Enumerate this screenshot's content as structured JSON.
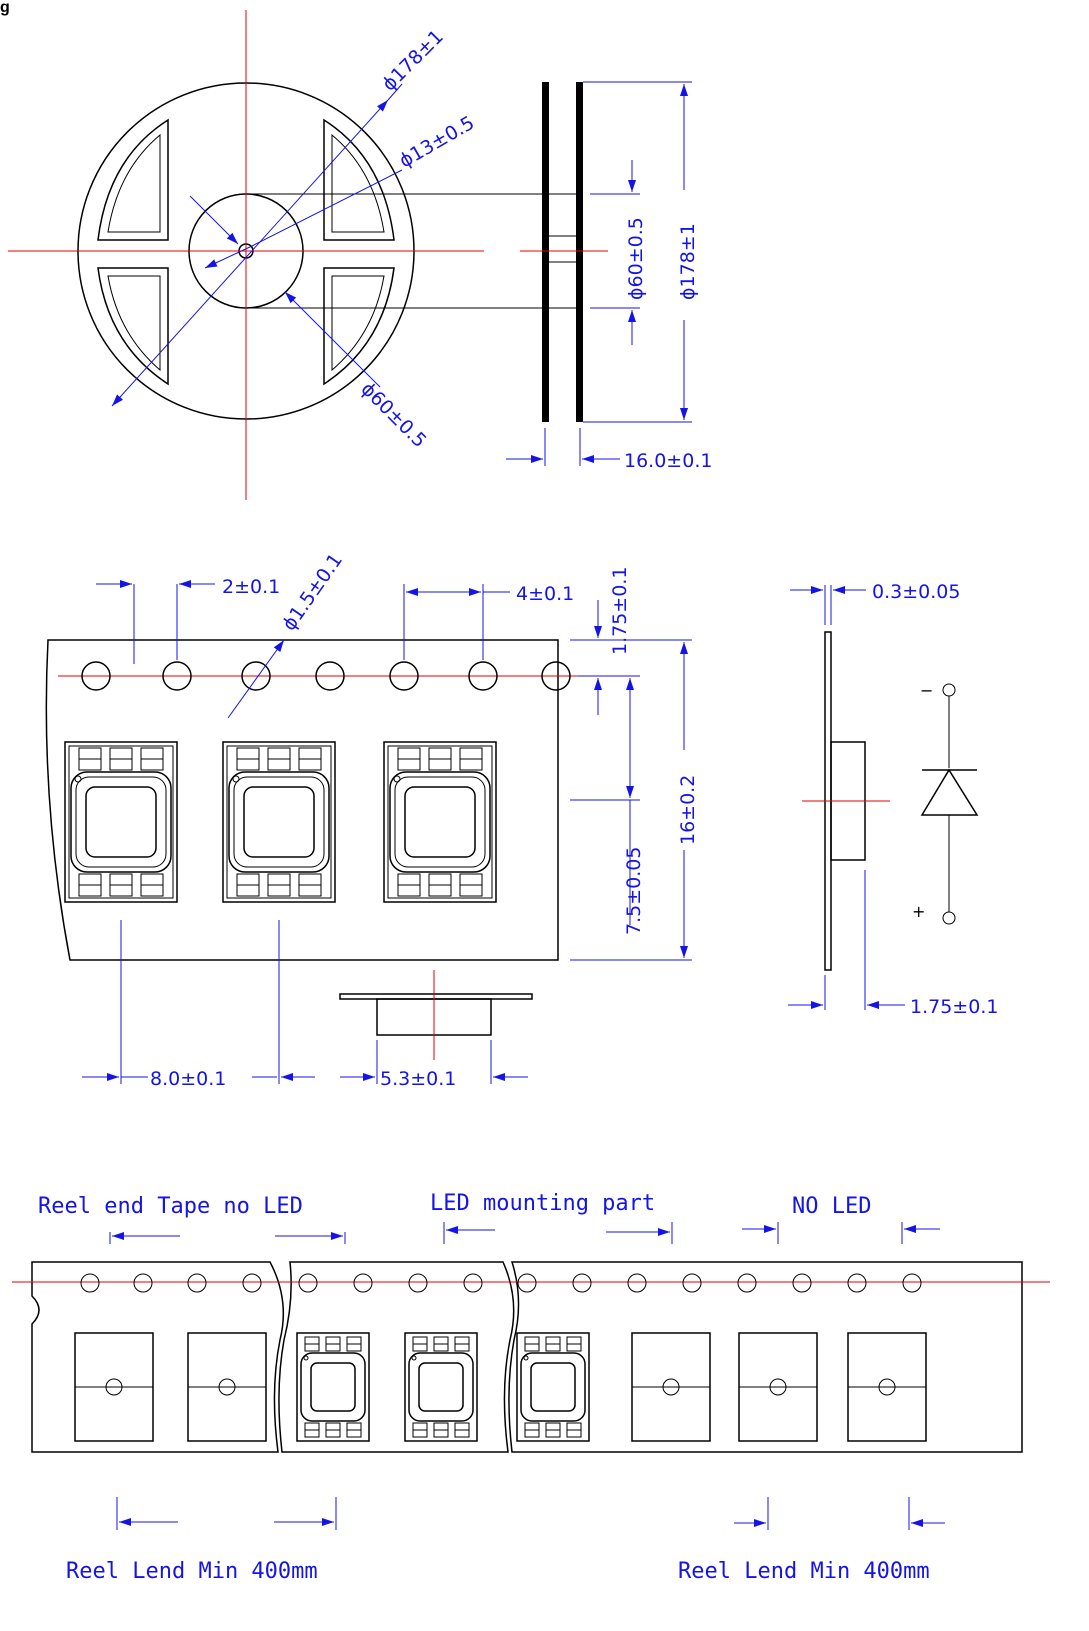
{
  "title_fragment": "g",
  "colors": {
    "outline": "#000000",
    "dimension": "#1414e6",
    "centerline": "#e60000"
  },
  "reel": {
    "outer_diameter": "ϕ178±1",
    "hub_diameter": "ϕ13±0.5",
    "flange_diameter": "ϕ60±0.5",
    "side_flange_diameter": "ϕ60±0.5",
    "side_outer_diameter": "ϕ178±1",
    "width": "16.0±0.1"
  },
  "tape": {
    "sprocket_pitch": "2±0.1",
    "hole_diameter": "ϕ1.5±0.1",
    "pocket_pitch_top": "4±0.1",
    "edge_to_hole": "1.75±0.1",
    "hole_to_center": "7.5±0.05",
    "tape_width": "16±0.2",
    "pocket_pitch": "8.0±0.1",
    "pocket_width": "5.3±0.1",
    "thickness": "0.3±0.05",
    "side_offset": "1.75±0.1"
  },
  "polarity": {
    "minus": "−",
    "plus": "+"
  },
  "leader": {
    "reel_end": "Reel end Tape no LED",
    "mounting": "LED mounting part",
    "no_led": "NO LED",
    "lend_left": "Reel Lend Min 400mm",
    "lend_right": "Reel Lend Min 400mm"
  }
}
